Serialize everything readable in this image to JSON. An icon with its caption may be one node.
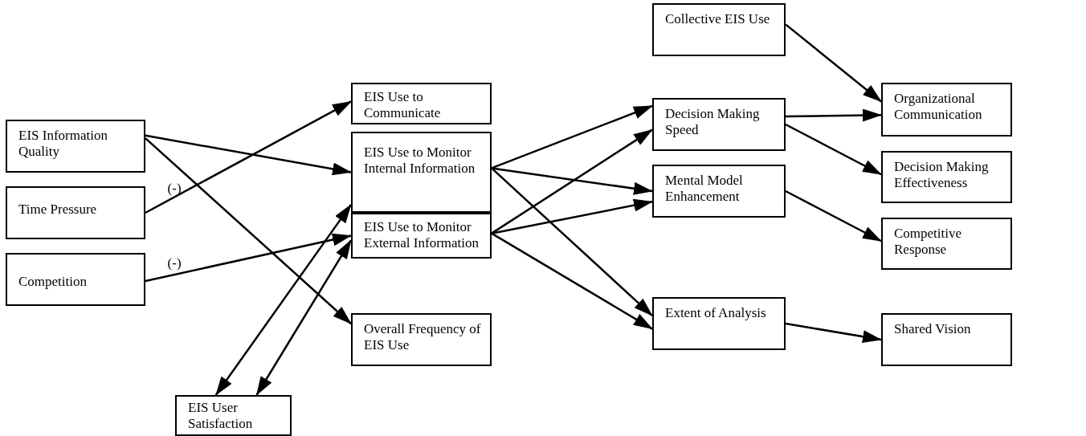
{
  "diagram": {
    "nodes": [
      {
        "text": [
          "EIS Information Quality"
        ]
      },
      {
        "text": [
          "Time Pressure"
        ]
      },
      {
        "text": [
          "Competition"
        ]
      },
      {
        "text": [
          "EIS User Satisfaction"
        ]
      },
      {
        "text": [
          "EIS Use to Communicate"
        ]
      },
      {
        "text": [
          "EIS Use to Monitor Internal Information"
        ]
      },
      {
        "text": [
          "EIS Use to Monitor External Information"
        ]
      },
      {
        "text": [
          "Overall Frequency of EIS Use"
        ]
      },
      {
        "text": [
          "Collective EIS Use"
        ]
      },
      {
        "text": [
          "Decision Making Speed"
        ]
      },
      {
        "text": [
          "Mental Model Enhancement"
        ]
      },
      {
        "text": [
          "Extent of Analysis"
        ]
      },
      {
        "text": [
          "Organizational Communication"
        ]
      },
      {
        "text": [
          "Decision Making Effectiveness"
        ]
      },
      {
        "text": [
          "Competitive Response"
        ]
      },
      {
        "text": [
          "Shared Vision"
        ]
      }
    ],
    "edges": [
      {
        "from": 0,
        "to": 5,
        "arrow": "to"
      },
      {
        "from": 0,
        "to": 7,
        "arrow": "to"
      },
      {
        "from": 1,
        "to": 4,
        "arrow": "to",
        "label": "(-)"
      },
      {
        "from": 2,
        "to": 6,
        "arrow": "to",
        "label": "(-)"
      },
      {
        "from": 3,
        "to": 5,
        "arrow": "both"
      },
      {
        "from": 3,
        "to": 6,
        "arrow": "both"
      },
      {
        "from": 5,
        "to": 9,
        "arrow": "to"
      },
      {
        "from": 5,
        "to": 10,
        "arrow": "to"
      },
      {
        "from": 5,
        "to": 11,
        "arrow": "to"
      },
      {
        "from": 6,
        "to": 9,
        "arrow": "to"
      },
      {
        "from": 6,
        "to": 10,
        "arrow": "to"
      },
      {
        "from": 6,
        "to": 11,
        "arrow": "to"
      },
      {
        "from": 8,
        "to": 12,
        "arrow": "to"
      },
      {
        "from": 9,
        "to": 12,
        "arrow": "to"
      },
      {
        "from": 9,
        "to": 13,
        "arrow": "to"
      },
      {
        "from": 10,
        "to": 14,
        "arrow": "to"
      },
      {
        "from": 11,
        "to": 15,
        "arrow": "to"
      }
    ]
  }
}
